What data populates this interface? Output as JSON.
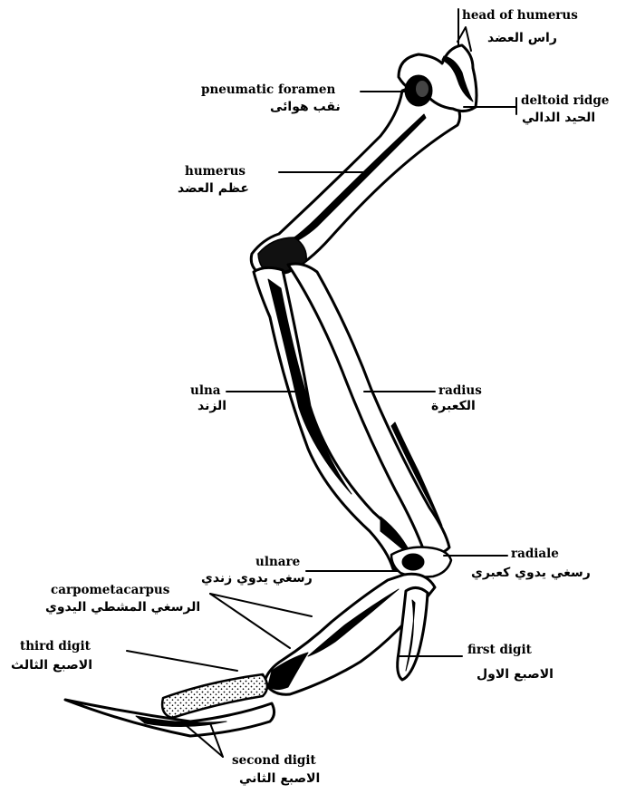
{
  "labels": {
    "head_of_humerus": {
      "en": "head of humerus",
      "ar": "راس العضد"
    },
    "pneumatic_foramen": {
      "en": "pneumatic foramen",
      "ar": "نقب هوائى"
    },
    "deltoid_ridge": {
      "en": "deltoid ridge",
      "ar": "الحيد الدالي"
    },
    "humerus": {
      "en": "humerus",
      "ar": "عظم العضد"
    },
    "ulna": {
      "en": "ulna",
      "ar": "الزند"
    },
    "radius": {
      "en": "radius",
      "ar": "الكعبرة"
    },
    "ulnare": {
      "en": "ulnare",
      "ar": "رسغي يدوي زندي"
    },
    "radiale": {
      "en": "radiale",
      "ar": "رسغي يدوي كعبري"
    },
    "carpometacarpus": {
      "en": "carpometacarpus",
      "ar": "الرسغي المشطي اليدوي"
    },
    "third_digit": {
      "en": "third digit",
      "ar": "الاصبع الثالث"
    },
    "first_digit": {
      "en": "first digit",
      "ar": "الاصبع الاول"
    },
    "second_digit": {
      "en": "second digit",
      "ar": "الاصبع الثاني"
    }
  }
}
